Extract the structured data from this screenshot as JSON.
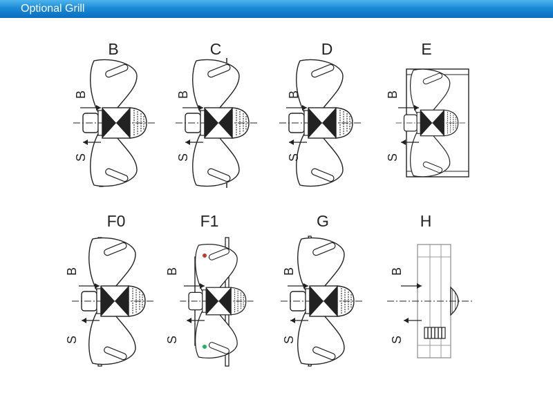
{
  "header": {
    "title": "Optional Grill",
    "color": "#1a8ad6"
  },
  "diagram": {
    "axis_labels": {
      "inlet": "B",
      "outlet": "S"
    },
    "variants": [
      {
        "code": "B"
      },
      {
        "code": "C"
      },
      {
        "code": "D"
      },
      {
        "code": "E"
      },
      {
        "code": "F0"
      },
      {
        "code": "F1"
      },
      {
        "code": "G"
      },
      {
        "code": "H"
      }
    ]
  }
}
